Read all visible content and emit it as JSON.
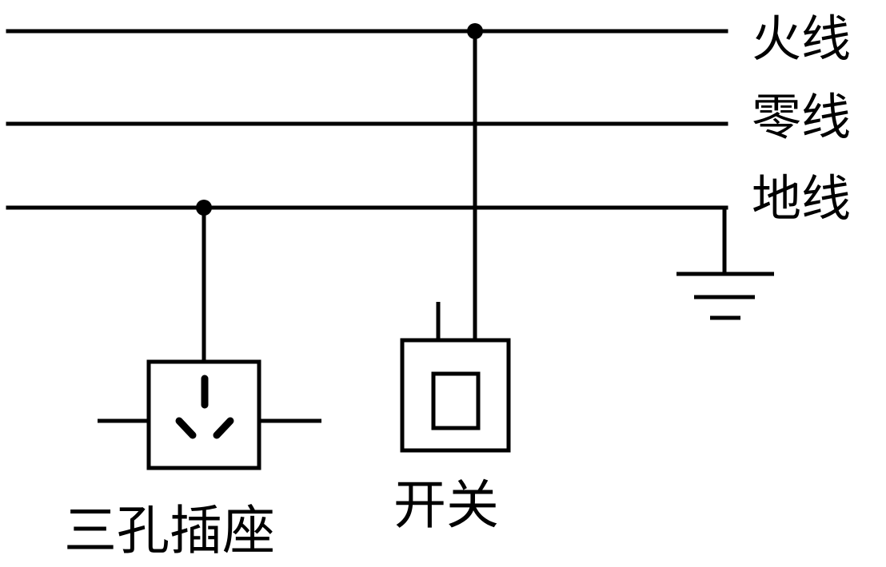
{
  "labels": {
    "live_wire": "火线",
    "neutral_wire": "零线",
    "ground_wire": "地线",
    "socket": "三孔插座",
    "switch": "开关"
  },
  "colors": {
    "line": "#000000",
    "background": "#ffffff"
  }
}
